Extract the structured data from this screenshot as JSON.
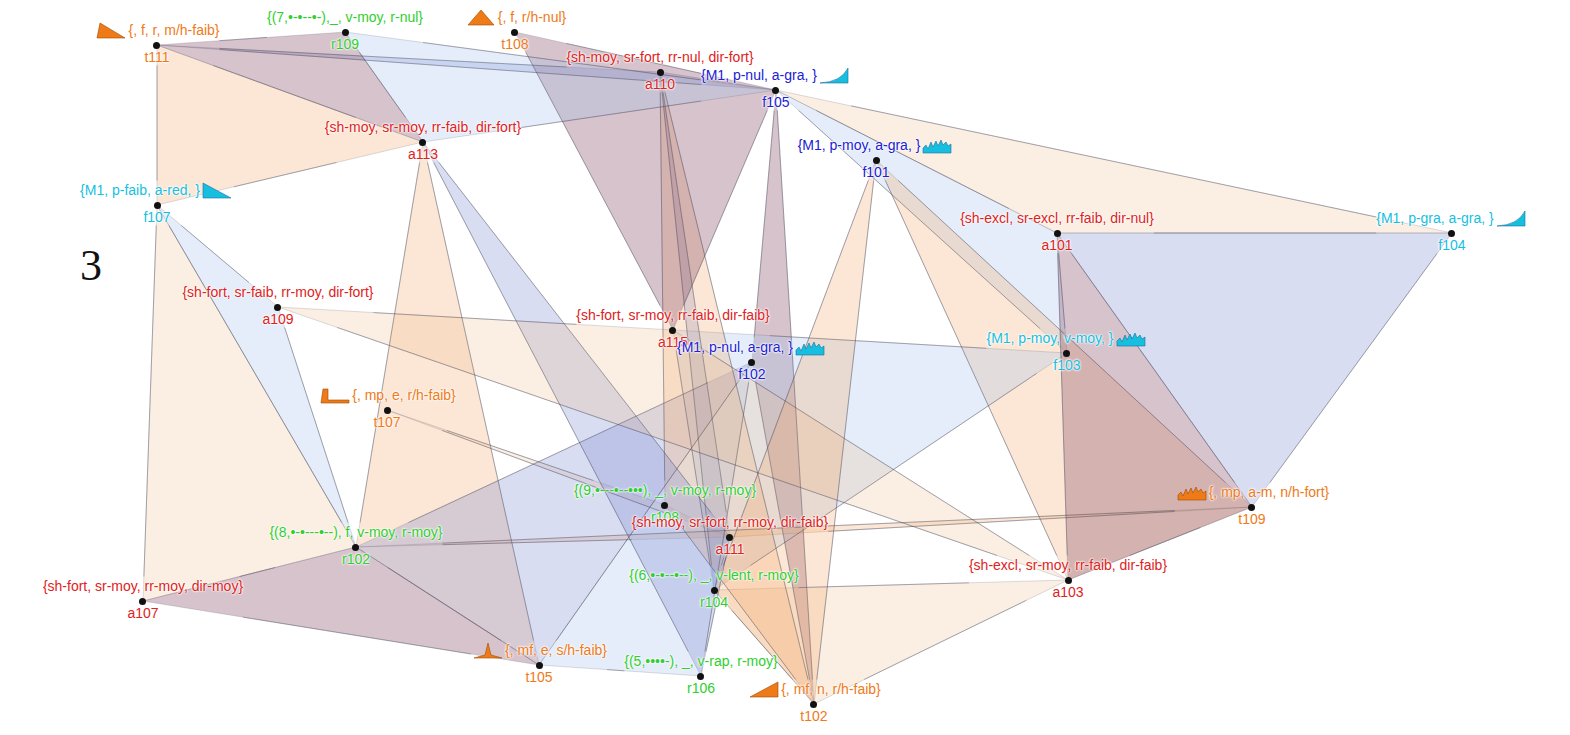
{
  "diagram": {
    "nodes": [
      {
        "text": [
          "{, f, r, m/h-faib}",
          "t111"
        ]
      },
      {
        "text": [
          "{(7,•-•--•-),_, v-moy, r-nul}",
          "r109"
        ]
      },
      {
        "text": [
          "{, f, r/h-nul}",
          "t108"
        ]
      },
      {
        "text": [
          "{sh-moy, sr-fort, rr-nul, dir-fort}",
          "a110"
        ]
      },
      {
        "text": [
          "{M1, p-nul, a-gra, }",
          "f105"
        ]
      },
      {
        "text": [
          "{M1, p-moy, a-gra, }",
          "f101"
        ]
      },
      {
        "text": [
          "{sh-moy, sr-moy, rr-faib, dir-fort}",
          "a113"
        ]
      },
      {
        "text": [
          "{M1, p-faib, a-red, }",
          "f107"
        ]
      },
      {
        "text": [
          "{sh-excl, sr-excl, rr-faib, dir-nul}",
          "a101"
        ]
      },
      {
        "text": [
          "{M1, p-gra, a-gra, }",
          "f104"
        ]
      },
      {
        "text": [
          "{sh-fort, sr-faib, rr-moy, dir-fort}",
          "a109"
        ]
      },
      {
        "text": [
          "{sh-fort, sr-moy, rr-faib, dir-faib}",
          "a115"
        ]
      },
      {
        "text": [
          "{M1, p-nul, a-gra, }",
          "f102"
        ]
      },
      {
        "text": [
          "{M1, p-moy, v-moy, }",
          "f103"
        ]
      },
      {
        "text": [
          "{, mp, e, r/h-faib}",
          "t107"
        ]
      },
      {
        "text": [
          "{, mp, a-m, n/h-fort}",
          "t109"
        ]
      },
      {
        "text": [
          "{(9,•---•--•••), _, v-moy, r-moy}",
          "r108"
        ]
      },
      {
        "text": [
          "{sh-moy, sr-fort, rr-moy, dir-faib}",
          "a111"
        ]
      },
      {
        "text": [
          "{(8,•-•---•--), f, v-moy, r-moy}",
          "r102"
        ]
      },
      {
        "text": [
          "{sh-fort, sr-moy, rr-moy, dir-moy}",
          "a107"
        ]
      },
      {
        "text": [
          "{(6,•-•--•--), _, v-lent, r-moy}",
          "r104"
        ]
      },
      {
        "text": [
          "{sh-excl, sr-moy, rr-faib, dir-faib}",
          "a103"
        ]
      },
      {
        "text": [
          "{, mf, e, s/h-faib}",
          "t105"
        ]
      },
      {
        "text": [
          "{(5,••••-), _, v-rap, r-moy}",
          "r106"
        ]
      },
      {
        "text": [
          "{, mf, n, r/h-faib}",
          "t102"
        ]
      }
    ],
    "edges": [
      {
        "from": 0,
        "to": 6,
        "arrow": "none"
      },
      {
        "from": 0,
        "to": 7,
        "arrow": "none"
      },
      {
        "from": 6,
        "to": 7,
        "arrow": "none"
      },
      {
        "from": 0,
        "to": 3,
        "arrow": "none"
      },
      {
        "from": 0,
        "to": 4,
        "arrow": "none"
      },
      {
        "from": 3,
        "to": 4,
        "arrow": "none"
      },
      {
        "from": 0,
        "to": 1,
        "arrow": "none"
      },
      {
        "from": 1,
        "to": 6,
        "arrow": "none"
      },
      {
        "from": 7,
        "to": 10,
        "arrow": "none"
      },
      {
        "from": 7,
        "to": 18,
        "arrow": "none"
      },
      {
        "from": 10,
        "to": 18,
        "arrow": "none"
      },
      {
        "from": 7,
        "to": 19,
        "arrow": "none"
      },
      {
        "from": 18,
        "to": 19,
        "arrow": "none"
      },
      {
        "from": 6,
        "to": 22,
        "arrow": "none"
      },
      {
        "from": 18,
        "to": 22,
        "arrow": "none"
      },
      {
        "from": 6,
        "to": 18,
        "arrow": "none"
      },
      {
        "from": 3,
        "to": 17,
        "arrow": "none"
      },
      {
        "from": 3,
        "to": 20,
        "arrow": "none"
      },
      {
        "from": 17,
        "to": 20,
        "arrow": "none"
      },
      {
        "from": 4,
        "to": 12,
        "arrow": "none"
      },
      {
        "from": 4,
        "to": 24,
        "arrow": "none"
      },
      {
        "from": 12,
        "to": 24,
        "arrow": "none"
      },
      {
        "from": 4,
        "to": 8,
        "arrow": "none"
      },
      {
        "from": 4,
        "to": 13,
        "arrow": "none"
      },
      {
        "from": 8,
        "to": 13,
        "arrow": "none"
      },
      {
        "from": 4,
        "to": 9,
        "arrow": "none"
      },
      {
        "from": 8,
        "to": 9,
        "arrow": "none"
      },
      {
        "from": 5,
        "to": 21,
        "arrow": "none"
      },
      {
        "from": 5,
        "to": 15,
        "arrow": "none"
      },
      {
        "from": 15,
        "to": 21,
        "arrow": "none"
      },
      {
        "from": 8,
        "to": 15,
        "arrow": "none"
      },
      {
        "from": 9,
        "to": 15,
        "arrow": "none"
      },
      {
        "from": 8,
        "to": 21,
        "arrow": "none"
      },
      {
        "from": 11,
        "to": 13,
        "arrow": "none"
      },
      {
        "from": 13,
        "to": 20,
        "arrow": "none"
      },
      {
        "from": 11,
        "to": 20,
        "arrow": "none"
      },
      {
        "from": 14,
        "to": 16,
        "arrow": "none"
      },
      {
        "from": 14,
        "to": 17,
        "arrow": "none"
      },
      {
        "from": 16,
        "to": 17,
        "arrow": "none"
      },
      {
        "from": 17,
        "to": 18,
        "arrow": "none"
      },
      {
        "from": 15,
        "to": 18,
        "arrow": "none"
      },
      {
        "from": 15,
        "to": 17,
        "arrow": "none"
      },
      {
        "from": 12,
        "to": 18,
        "arrow": "none"
      },
      {
        "from": 12,
        "to": 22,
        "arrow": "none"
      },
      {
        "from": 19,
        "to": 22,
        "arrow": "none"
      },
      {
        "from": 12,
        "to": 23,
        "arrow": "none"
      },
      {
        "from": 22,
        "to": 23,
        "arrow": "none"
      },
      {
        "from": 20,
        "to": 21,
        "arrow": "none"
      },
      {
        "from": 21,
        "to": 24,
        "arrow": "none"
      },
      {
        "from": 20,
        "to": 24,
        "arrow": "none"
      },
      {
        "from": 3,
        "to": 16,
        "arrow": "none"
      },
      {
        "from": 3,
        "to": 24,
        "arrow": "none"
      },
      {
        "from": 16,
        "to": 24,
        "arrow": "none"
      },
      {
        "from": 6,
        "to": 17,
        "arrow": "none"
      },
      {
        "from": 6,
        "to": 23,
        "arrow": "none"
      },
      {
        "from": 17,
        "to": 23,
        "arrow": "none"
      },
      {
        "from": 2,
        "to": 4,
        "arrow": "none"
      },
      {
        "from": 2,
        "to": 11,
        "arrow": "none"
      },
      {
        "from": 4,
        "to": 11,
        "arrow": "none"
      },
      {
        "from": 1,
        "to": 4,
        "arrow": "none"
      },
      {
        "from": 4,
        "to": 6,
        "arrow": "none"
      },
      {
        "from": 10,
        "to": 11,
        "arrow": "none"
      },
      {
        "from": 10,
        "to": 21,
        "arrow": "none"
      },
      {
        "from": 11,
        "to": 21,
        "arrow": "none"
      },
      {
        "from": 5,
        "to": 20,
        "arrow": "none"
      },
      {
        "from": 5,
        "to": 24,
        "arrow": "none"
      }
    ],
    "labels": [
      "3"
    ]
  }
}
